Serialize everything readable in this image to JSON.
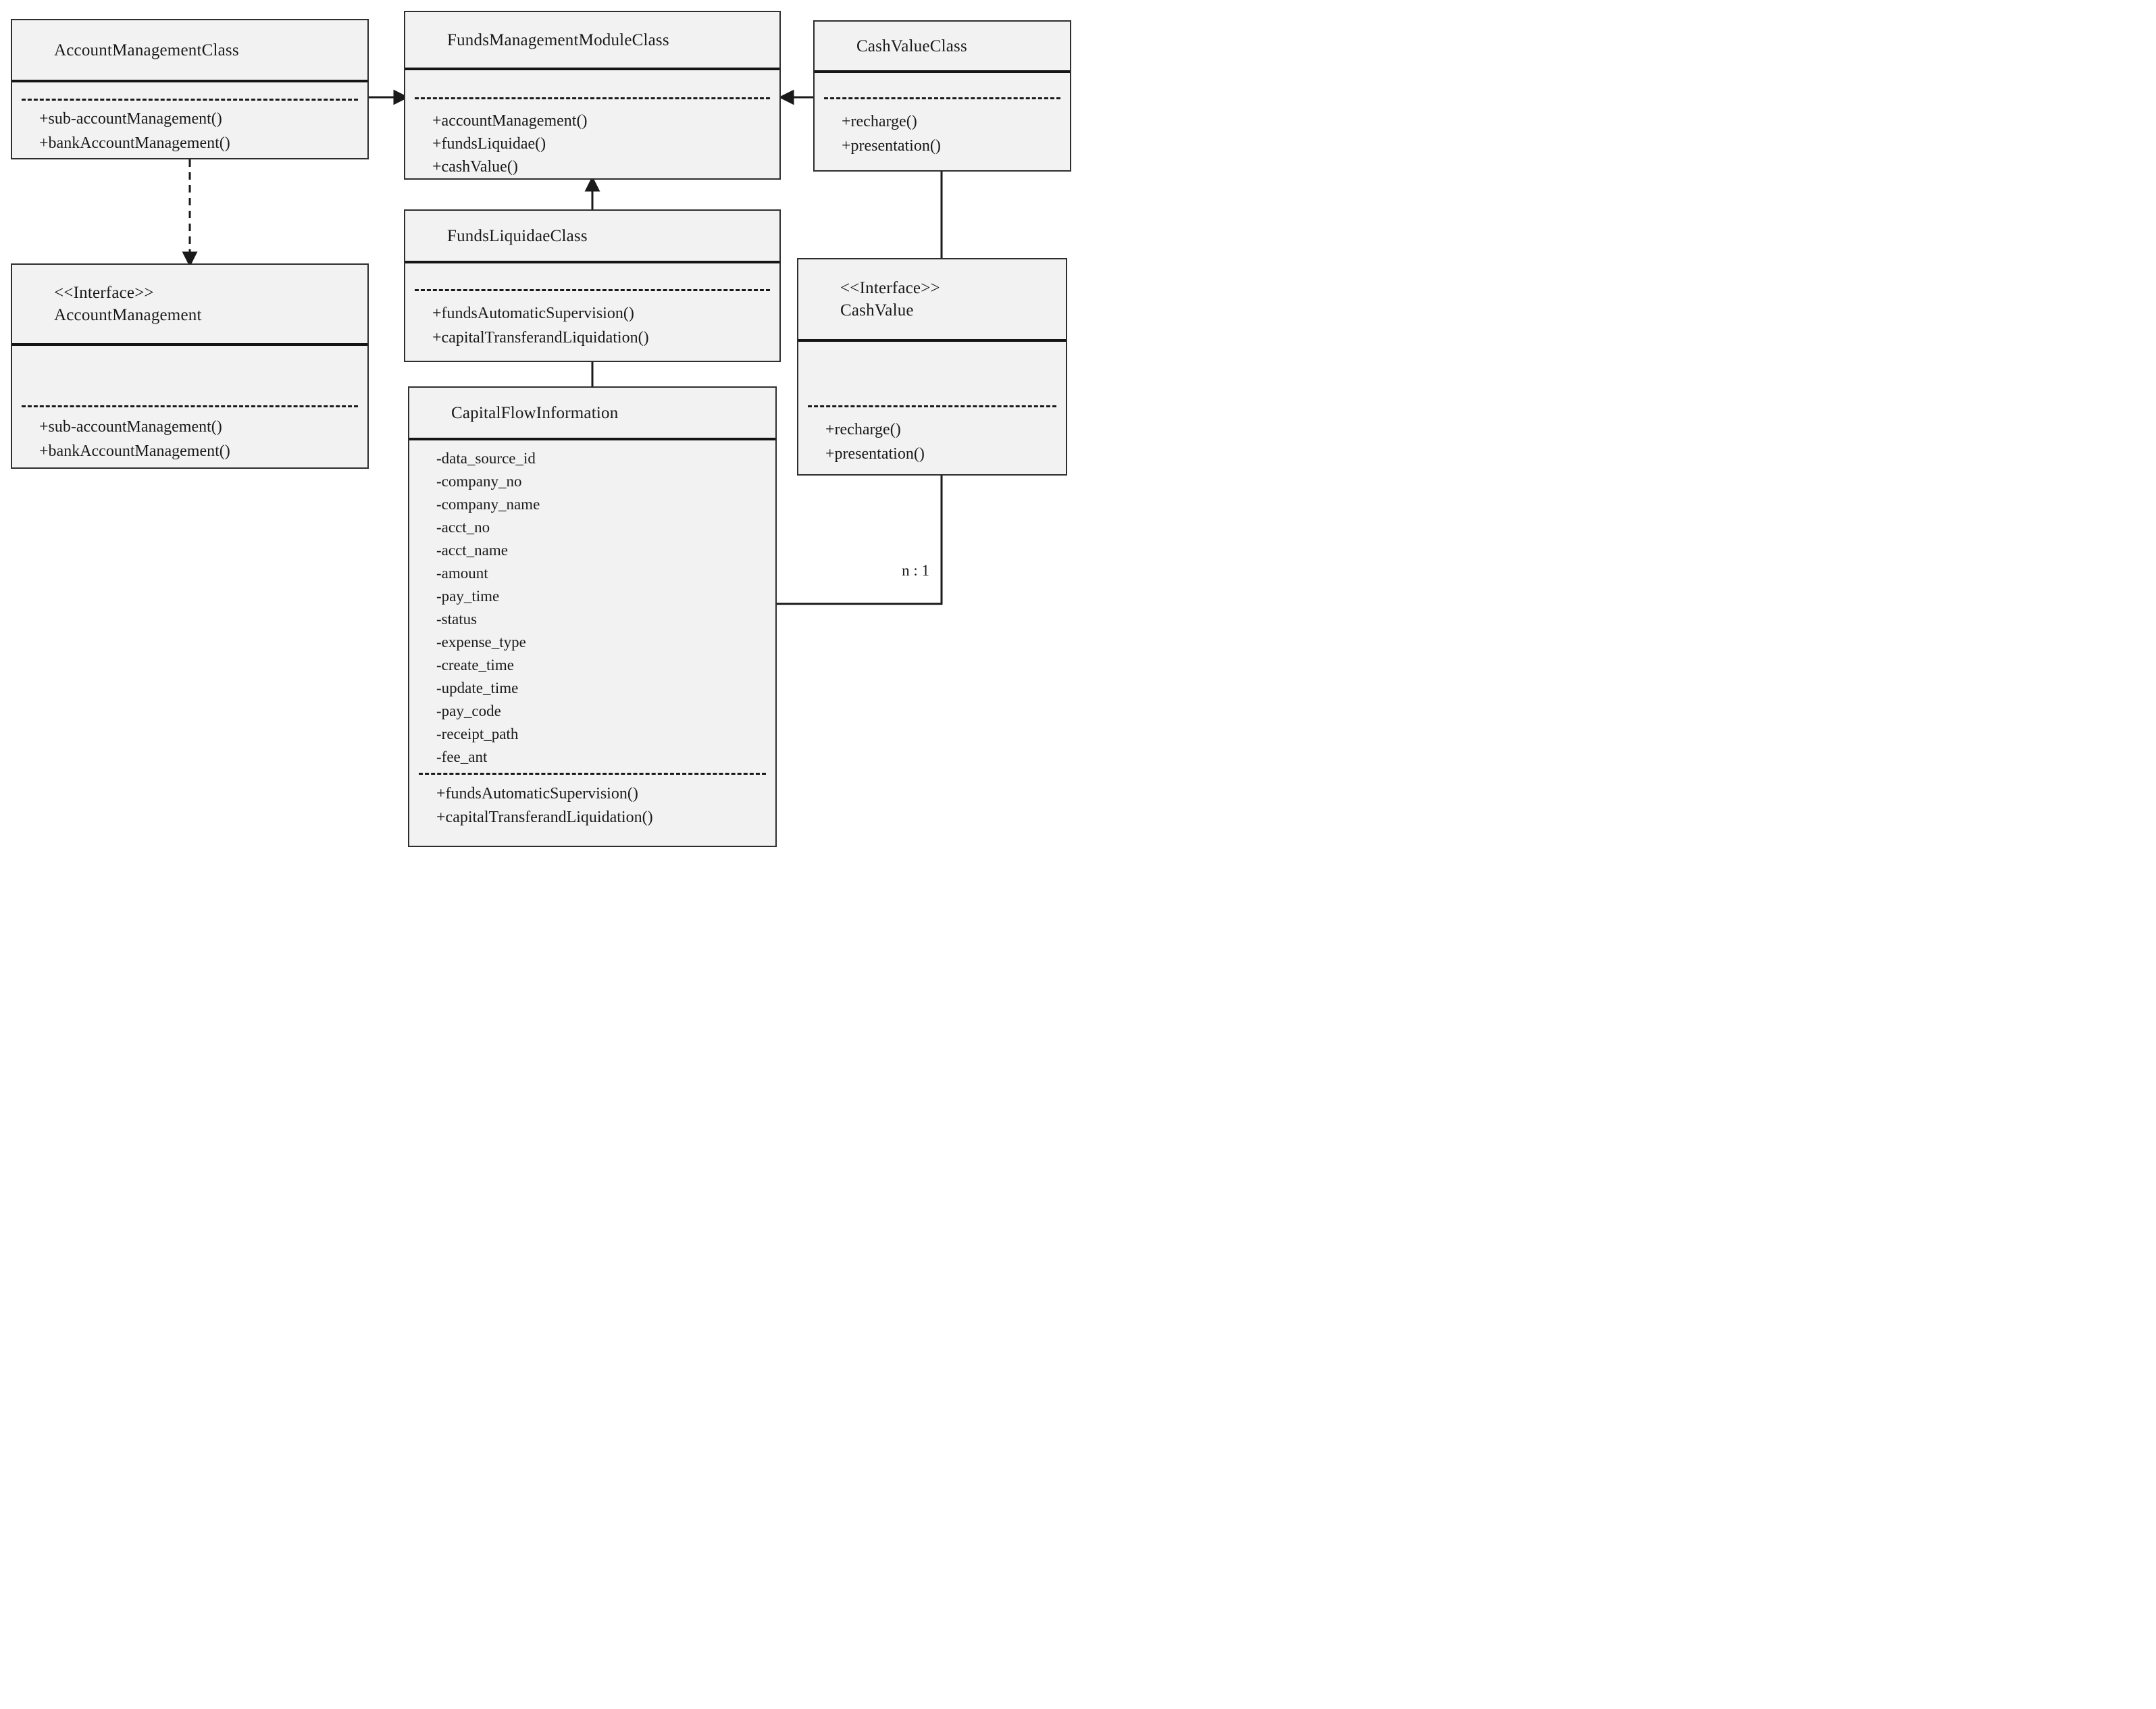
{
  "diagram": {
    "type": "uml-class-diagram",
    "colors": {
      "box_fill": "#f2f2f2",
      "line": "#1a1a1a",
      "background": "#ffffff"
    },
    "classes": [
      {
        "id": "account-management-class",
        "title": "AccountManagementClass",
        "attributes": [],
        "methods": [
          "+sub-accountManagement()",
          "+bankAccountManagement()"
        ]
      },
      {
        "id": "funds-management-module-class",
        "title": "FundsManagementModuleClass",
        "attributes": [],
        "methods": [
          "+accountManagement()",
          "+fundsLiquidae()",
          "+cashValue()"
        ]
      },
      {
        "id": "cash-value-class",
        "title": "CashValueClass",
        "attributes": [],
        "methods": [
          "+recharge()",
          "+presentation()"
        ]
      },
      {
        "id": "interface-account-management",
        "stereotype": "<<Interface>>",
        "title": "AccountManagement",
        "attributes": [],
        "methods": [
          "+sub-accountManagement()",
          "+bankAccountManagement()"
        ]
      },
      {
        "id": "funds-liquidae-class",
        "title": "FundsLiquidaeClass",
        "attributes": [],
        "methods": [
          "+fundsAutomaticSupervision()",
          "+capitalTransferandLiquidation()"
        ]
      },
      {
        "id": "interface-cash-value",
        "stereotype": "<<Interface>>",
        "title": "CashValue",
        "attributes": [],
        "methods": [
          "+recharge()",
          "+presentation()"
        ]
      },
      {
        "id": "capital-flow-information",
        "title": "CapitalFlowInformation",
        "attributes": [
          "-data_source_id",
          "-company_no",
          "-company_name",
          "-acct_no",
          "-acct_name",
          "-amount",
          "-pay_time",
          "-status",
          "-expense_type",
          "-create_time",
          "-update_time",
          "-pay_code",
          "-receipt_path",
          "-fee_ant"
        ],
        "methods": [
          "+fundsAutomaticSupervision()",
          "+capitalTransferandLiquidation()"
        ]
      }
    ],
    "relationships": [
      {
        "from": "AccountManagementClass",
        "to": "FundsManagementModuleClass",
        "type": "solid-arrow"
      },
      {
        "from": "CashValueClass",
        "to": "FundsManagementModuleClass",
        "type": "solid-arrow"
      },
      {
        "from": "FundsLiquidaeClass",
        "to": "FundsManagementModuleClass",
        "type": "solid-arrow"
      },
      {
        "from": "AccountManagementClass",
        "to": "AccountManagement",
        "type": "dashed-arrow"
      },
      {
        "from": "CashValueClass",
        "to": "CashValue",
        "type": "solid-line"
      },
      {
        "from": "FundsLiquidaeClass",
        "to": "CapitalFlowInformation",
        "type": "solid-line"
      },
      {
        "from": "CashValue",
        "to": "CapitalFlowInformation",
        "type": "elbow-line",
        "label": "n : 1"
      }
    ]
  }
}
